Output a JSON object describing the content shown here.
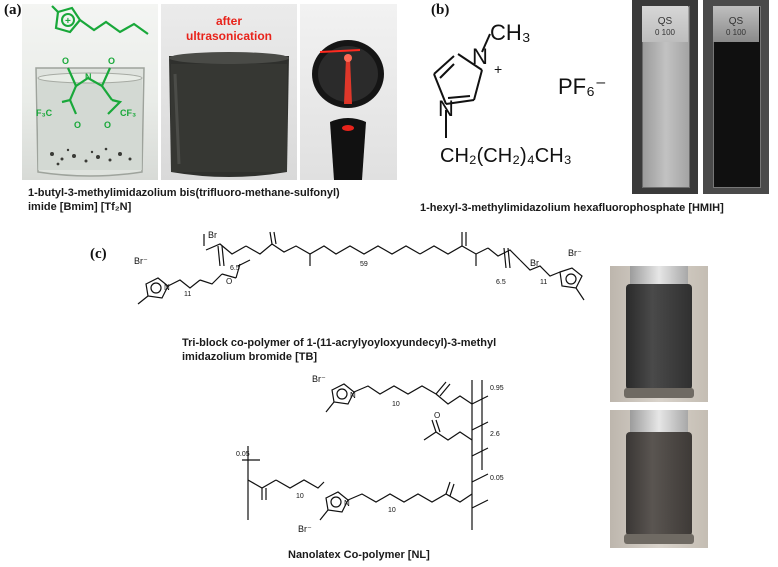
{
  "panel_a": {
    "label": "(a)",
    "after_text": [
      "after",
      "ultrasonication"
    ],
    "chem_labels": {
      "n": "N",
      "o1": "O",
      "o2": "O",
      "o3": "O",
      "o4": "O",
      "cf3_left": "F₃C",
      "cf3_right": "CF₃"
    },
    "caption_line1": "1-butyl-3-methylimidazolium bis(trifluoro-methane-sulfonyl)",
    "caption_line2": "imide [Bmim] [Tf₂N]"
  },
  "panel_b": {
    "label": "(b)",
    "ch3": "CH₃",
    "n_top": "N",
    "plus": "+",
    "n_bottom": "N",
    "hexyl": "CH₂(CH₂)₄CH₃",
    "anion": "PF₆⁻",
    "cuvette_text": [
      "QS",
      "0 100"
    ],
    "caption": "1-hexyl-3-methylimidazolium hexafluorophosphate [HMIH]"
  },
  "panel_c": {
    "label": "(c)",
    "tb_caption_line1": "Tri-block co-polymer of 1-(11-acrylyoyloxyundecyl)-3-methyl",
    "tb_caption_line2": "imidazolium bromide [TB]",
    "nl_caption": "Nanolatex Co-polymer [NL]",
    "tb_labels": {
      "br_left": "Br⁻",
      "br_right": "Br⁻",
      "br1": "Br",
      "br2": "Br",
      "n": "N",
      "o": "O",
      "sub_65": "6.5",
      "sub_11": "11",
      "sub_59": "59"
    },
    "nl_labels": {
      "br": "Br⁻",
      "n": "N",
      "o": "O",
      "sub_10": "10",
      "sub_005": "0.05",
      "sub_26": "2.6",
      "sub_095": "0.95"
    }
  },
  "colors": {
    "green": "#19a83a",
    "red": "#e8231b",
    "dark": "#2a2a2a"
  }
}
